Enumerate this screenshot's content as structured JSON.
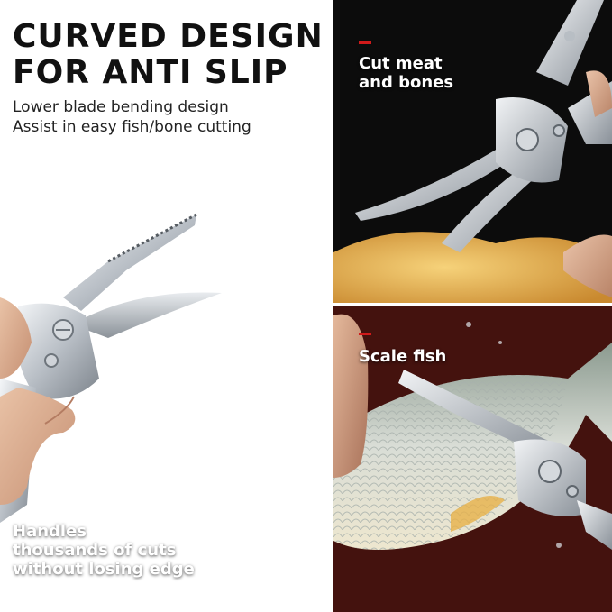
{
  "headline": {
    "line1": "CURVED DESIGN",
    "line2": "FOR ANTI SLIP"
  },
  "subheadline": {
    "line1": "Lower blade bending design",
    "line2": "Assist in easy fish/bone cutting"
  },
  "left_caption": {
    "line1": "Handles",
    "line2": "thousands of cuts",
    "line3": "without losing edge"
  },
  "top_right_caption": {
    "line1": "Cut meat",
    "line2": "and bones"
  },
  "bottom_right_caption": {
    "line1": "Scale fish"
  },
  "colors": {
    "accent_red": "#d11a1a",
    "dark_bg": "#0c0c0c",
    "board_bg": "#3a0e0c",
    "steel": "#c9ced4"
  },
  "icons": [
    "kitchen-scissors",
    "chicken",
    "fish"
  ]
}
